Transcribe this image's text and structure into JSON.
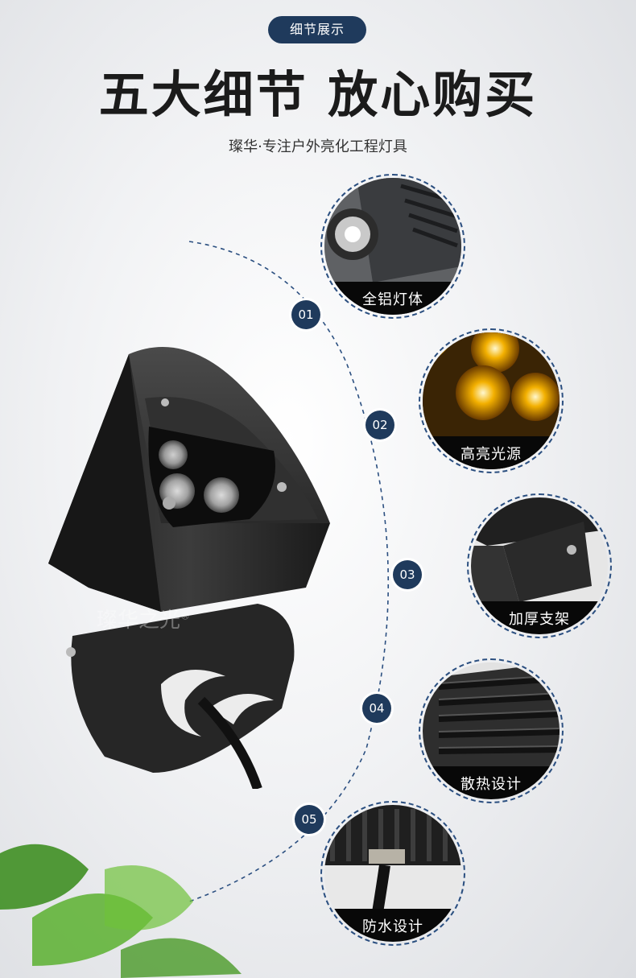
{
  "header": {
    "badge": "细节展示",
    "headline": "五大细节 放心购买",
    "subtitle": "璨华·专注户外亮化工程灯具"
  },
  "product": {
    "watermark": "璨华之光",
    "registered_mark": "®"
  },
  "details": [
    {
      "number": "01",
      "label": "全铝灯体",
      "icon": "aluminum-body-photo"
    },
    {
      "number": "02",
      "label": "高亮光源",
      "icon": "bright-led-photo"
    },
    {
      "number": "03",
      "label": "加厚支架",
      "icon": "thick-bracket-photo"
    },
    {
      "number": "04",
      "label": "散热设计",
      "icon": "heat-sink-photo"
    },
    {
      "number": "05",
      "label": "防水设计",
      "icon": "waterproof-cable-photo"
    }
  ],
  "colors": {
    "accent": "#1f3a5c",
    "dashed_line": "#2b4f80",
    "led_glow": "#f3a500",
    "caption_bg": "#080808"
  }
}
